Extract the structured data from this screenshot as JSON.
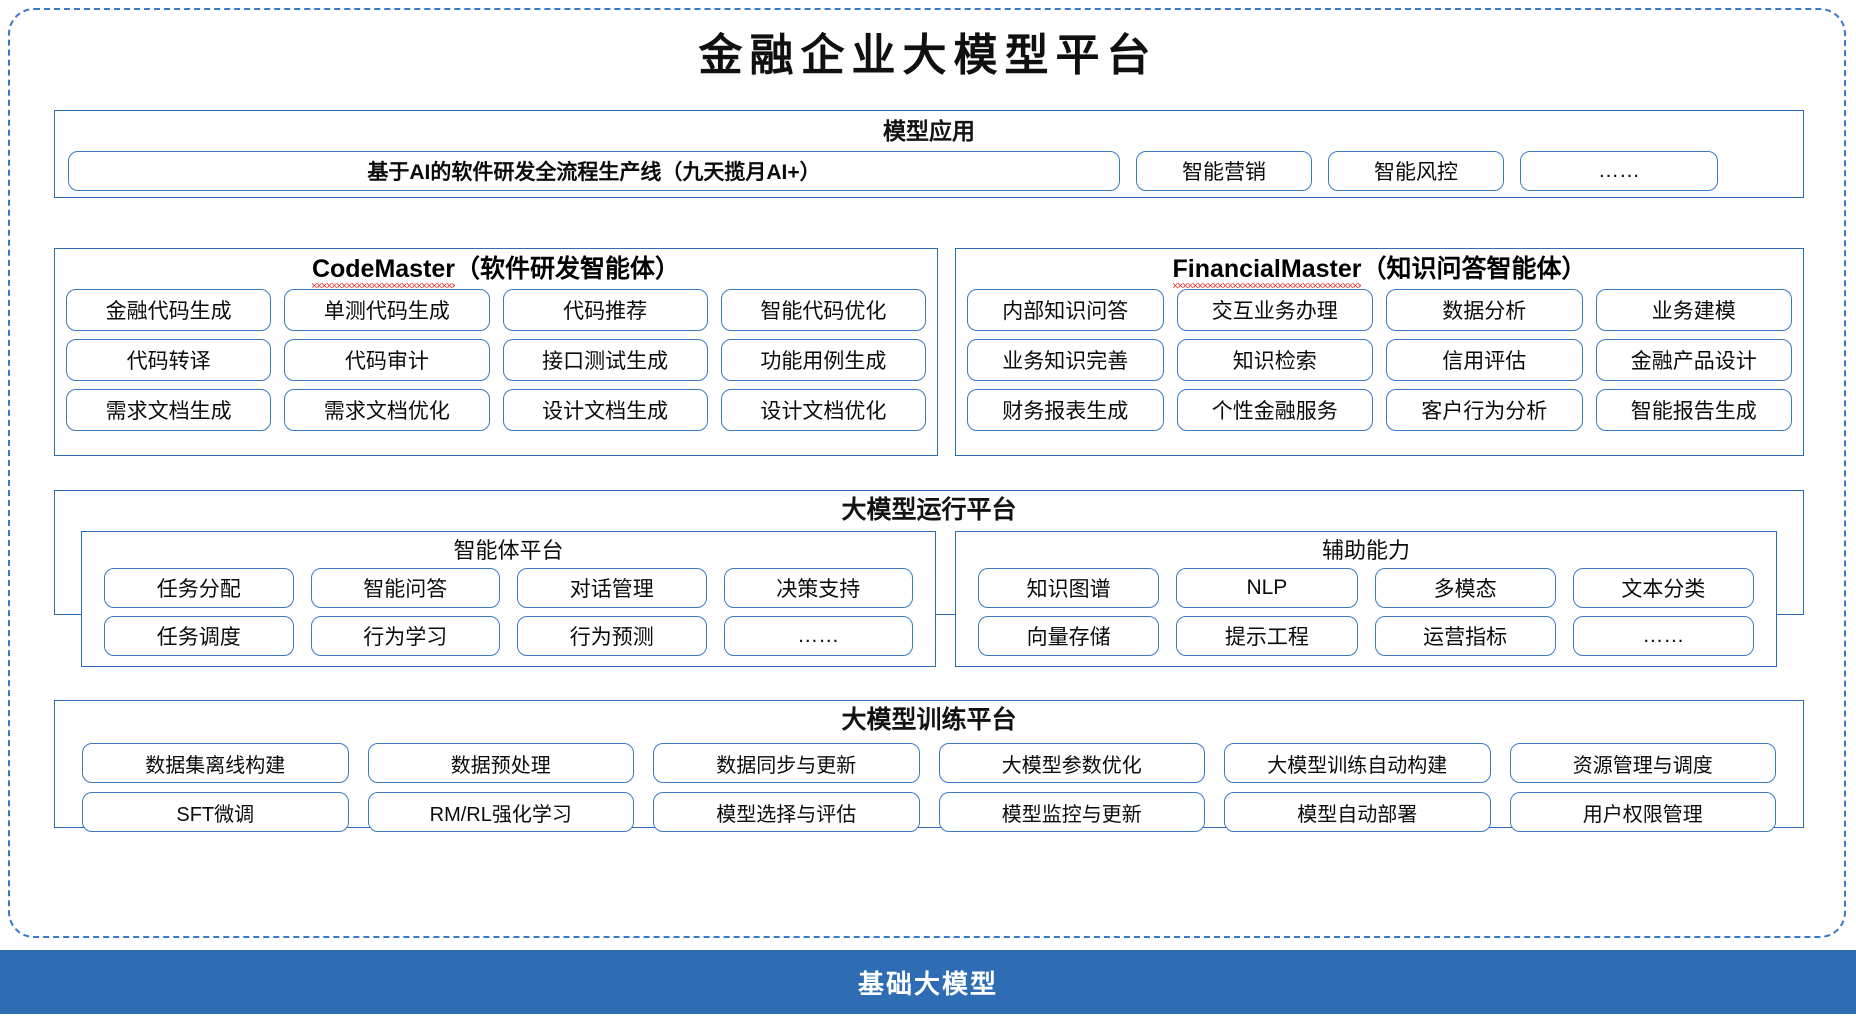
{
  "page": {
    "title": "金融企业大模型平台",
    "accent_blue": "#2e6db4",
    "border_blue": "#2f6cb5",
    "pill_border_blue": "#3d7ac4",
    "spellcheck_red": "#e8241b"
  },
  "model_application": {
    "title": "模型应用",
    "pipeline": "基于AI的软件研发全流程生产线（九天揽月AI+）",
    "items": [
      "智能营销",
      "智能风控",
      "……"
    ]
  },
  "agents": [
    {
      "name": "CodeMaster",
      "subtitle": "（软件研发智能体）",
      "spellcheck_underline": true,
      "items": [
        "金融代码生成",
        "单测代码生成",
        "代码推荐",
        "智能代码优化",
        "代码转译",
        "代码审计",
        "接口测试生成",
        "功能用例生成",
        "需求文档生成",
        "需求文档优化",
        "设计文档生成",
        "设计文档优化"
      ]
    },
    {
      "name": "FinancialMaster",
      "subtitle": "（知识问答智能体）",
      "spellcheck_underline": true,
      "items": [
        "内部知识问答",
        "交互业务办理",
        "数据分析",
        "业务建模",
        "业务知识完善",
        "知识检索",
        "信用评估",
        "金融产品设计",
        "财务报表生成",
        "个性金融服务",
        "客户行为分析",
        "智能报告生成"
      ]
    }
  ],
  "runtime_platform": {
    "title": "大模型运行平台",
    "panels": [
      {
        "title": "智能体平台",
        "items": [
          "任务分配",
          "智能问答",
          "对话管理",
          "决策支持",
          "任务调度",
          "行为学习",
          "行为预测",
          "……"
        ]
      },
      {
        "title": "辅助能力",
        "items": [
          "知识图谱",
          "NLP",
          "多模态",
          "文本分类",
          "向量存储",
          "提示工程",
          "运营指标",
          "……"
        ]
      }
    ]
  },
  "training_platform": {
    "title": "大模型训练平台",
    "items": [
      "数据集离线构建",
      "数据预处理",
      "数据同步与更新",
      "大模型参数优化",
      "大模型训练自动构建",
      "资源管理与调度",
      "SFT微调",
      "RM/RL强化学习",
      "模型选择与评估",
      "模型监控与更新",
      "模型自动部署",
      "用户权限管理"
    ]
  },
  "footer": {
    "label": "基础大模型"
  }
}
